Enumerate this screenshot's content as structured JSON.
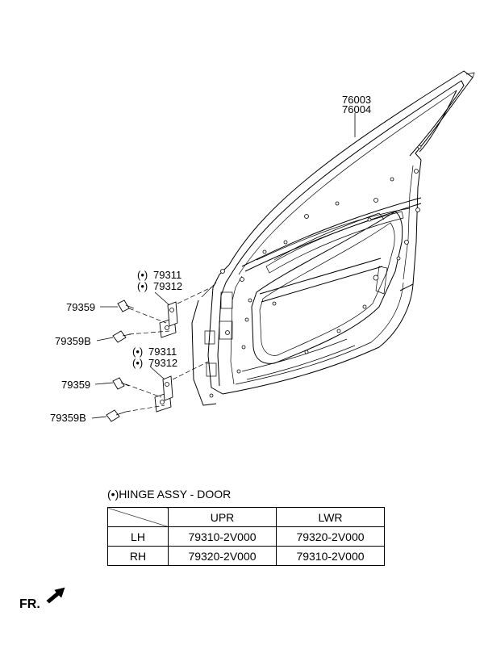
{
  "labels": {
    "door_part_upper": "76003",
    "door_part_lower": "76004",
    "hinge_upper_a": "79311",
    "hinge_upper_b": "79312",
    "hinge_lower_a": "79311",
    "hinge_lower_b": "79312",
    "bolt_upper": "79359",
    "bolt_upper_b": "79359B",
    "bolt_lower": "79359",
    "bolt_lower_b": "79359B",
    "marker": "(•)"
  },
  "table": {
    "title": "(•)HINGE ASSY - DOOR",
    "headers": [
      "",
      "UPR",
      "LWR"
    ],
    "rows": [
      {
        "side": "LH",
        "upr": "79310-2V000",
        "lwr": "79320-2V000"
      },
      {
        "side": "RH",
        "upr": "79320-2V000",
        "lwr": "79310-2V000"
      }
    ]
  },
  "direction": {
    "label": "FR.",
    "icon": "forward-arrow-icon"
  }
}
